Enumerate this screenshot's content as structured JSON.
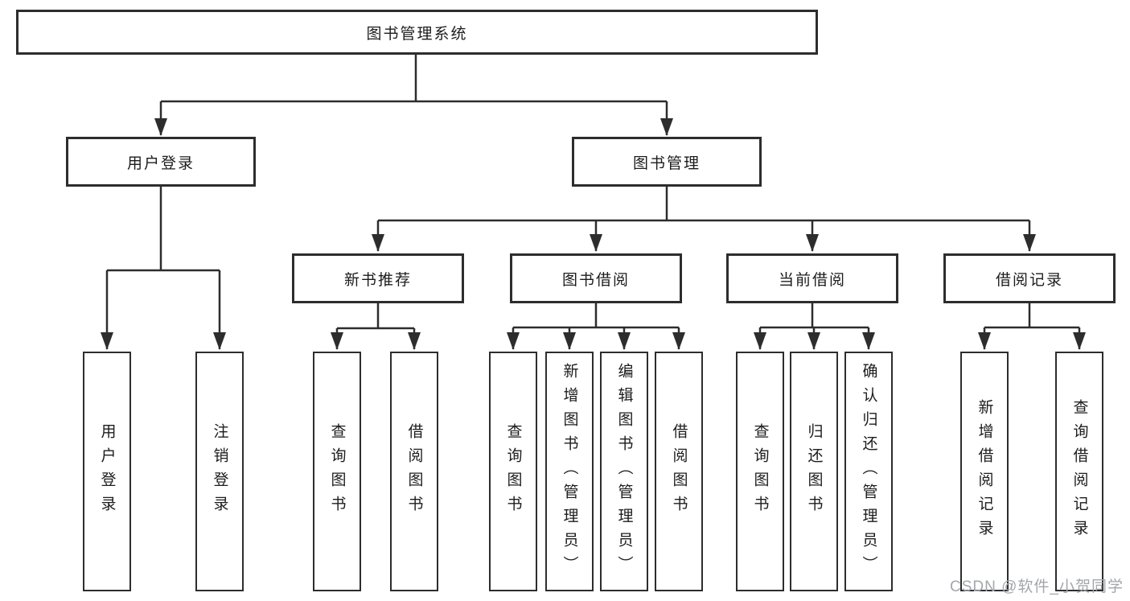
{
  "diagram": {
    "root": {
      "label": "图书管理系统"
    },
    "branches": [
      {
        "label": "用户登录",
        "children": [
          {
            "label": "用户登录"
          },
          {
            "label": "注销登录"
          }
        ]
      },
      {
        "label": "图书管理",
        "children": [
          {
            "label": "新书推荐",
            "children": [
              {
                "label": "查询图书"
              },
              {
                "label": "借阅图书"
              }
            ]
          },
          {
            "label": "图书借阅",
            "children": [
              {
                "label": "查询图书"
              },
              {
                "label": "新增图书（管理员）"
              },
              {
                "label": "编辑图书（管理员）"
              },
              {
                "label": "借阅图书"
              }
            ]
          },
          {
            "label": "当前借阅",
            "children": [
              {
                "label": "查询图书"
              },
              {
                "label": "归还图书"
              },
              {
                "label": "确认归还（管理员）"
              }
            ]
          },
          {
            "label": "借阅记录",
            "children": [
              {
                "label": "新增借阅记录"
              },
              {
                "label": "查询借阅记录"
              }
            ]
          }
        ]
      }
    ]
  },
  "watermark": {
    "text": "CSDN @软件_小贺同学"
  },
  "colors": {
    "line": "#2d2d2d",
    "text": "#1c1c1c",
    "watermark": "#a3a6ab",
    "background": "#ffffff"
  }
}
